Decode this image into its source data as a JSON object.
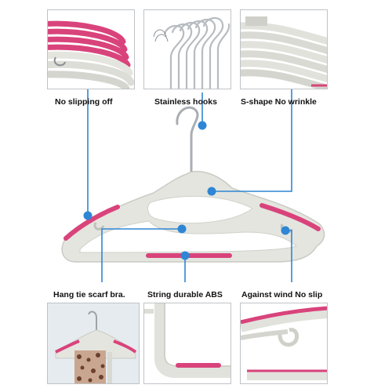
{
  "features": {
    "no_slipping_off": "No slipping off",
    "stainless_hooks": "Stainless hooks",
    "s_shape": "S-shape No wrinkle",
    "hang_tie": "Hang tie scarf bra.",
    "durable_abs": "String durable ABS",
    "against_wind": "Against wind No slip"
  },
  "colors": {
    "accent_pink": "#d9437b",
    "hanger_body": "#e4e5df",
    "hook_metal": "#b7bcc1",
    "callout_blue": "#2f86d4",
    "panel_border": "#bfc3c7"
  }
}
